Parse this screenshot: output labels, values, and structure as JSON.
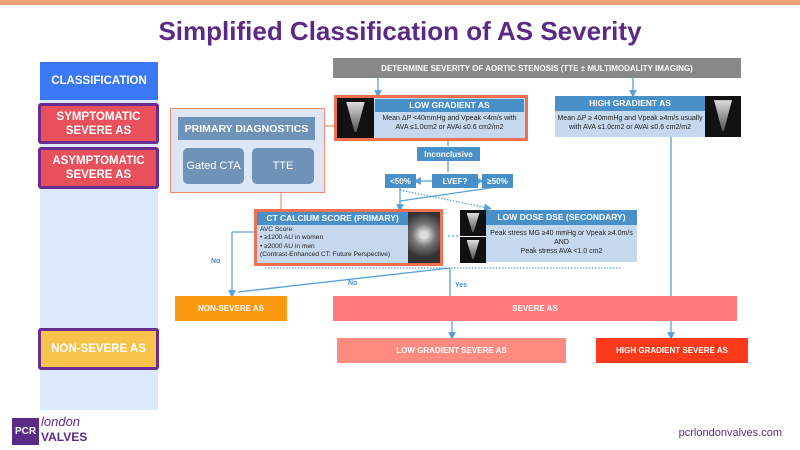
{
  "title": "Simplified Classification of AS Severity",
  "classification": {
    "header": "CLASSIFICATION",
    "items": [
      "SYMPTOMATIC SEVERE AS",
      "ASYMPTOMATIC SEVERE AS",
      "NON-SEVERE AS"
    ]
  },
  "primary": {
    "header": "PRIMARY DIAGNOSTICS",
    "items": [
      "Gated CTA",
      "TTE"
    ]
  },
  "flow": {
    "determine": "DETERMINE SEVERITY OF AORTIC STENOSIS (TTE ± MULTIMODALITY IMAGING)",
    "low_gradient": {
      "title": "LOW GRADIENT AS",
      "line1": "Mean ΔP <40mmHg and Vpeak <4m/s with",
      "line2": "AVA ≤1.0cm2 or AVAi ≤0.6 cm2/m2"
    },
    "high_gradient": {
      "title": "HIGH GRADIENT AS",
      "line1": "Mean ΔP ≥ 40mmHg and Vpeak ≥4m/s usually",
      "line2": "with AVA ≤1.0cm2 or AVAi ≤0.6 cm2/m2"
    },
    "inconclusive": "Inconclusive",
    "lvef": "LVEF?",
    "lt50": "<50%",
    "ge50": "≥50%",
    "ct": {
      "title": "CT CALCIUM SCORE (PRIMARY)",
      "lines": [
        "AVC Score:",
        "• ≥1200 AU in women",
        "• ≥2000 AU in men",
        "(Contrast-Enhanced CT: Future Perspective)"
      ]
    },
    "dse": {
      "title": "LOW DOSE DSE (SECONDARY)",
      "lines": [
        "Peak stress MG ≥40 mmHg or Vpeak ≥4.0m/s",
        "AND",
        "Peak stress AVA <1.0 cm2"
      ]
    },
    "no1": "No",
    "no2": "No",
    "yes": "Yes",
    "non_severe": "NON-SEVERE AS",
    "severe": "SEVERE AS",
    "low_severe": "LOW GRADIENT SEVERE AS",
    "high_severe": "HIGH GRADIENT SEVERE AS"
  },
  "footer": {
    "logo_pcr": "PCR",
    "logo_london": "london",
    "logo_valves": "VALVES",
    "url": "pcrlondonvalves.com"
  }
}
